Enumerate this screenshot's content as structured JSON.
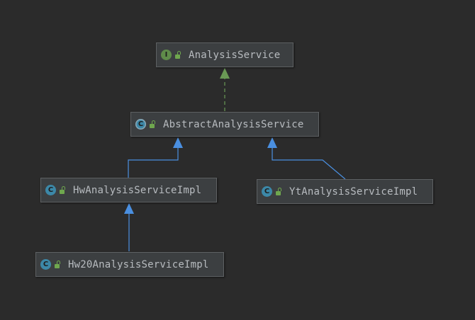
{
  "diagram": {
    "nodes": [
      {
        "id": "analysis-service",
        "label": "AnalysisService",
        "kind": "interface",
        "kind_letter": "I"
      },
      {
        "id": "abstract-analysis-service",
        "label": "AbstractAnalysisService",
        "kind": "abstract",
        "kind_letter": "C"
      },
      {
        "id": "hw-analysis-service-impl",
        "label": "HwAnalysisServiceImpl",
        "kind": "class",
        "kind_letter": "C"
      },
      {
        "id": "yt-analysis-service-impl",
        "label": "YtAnalysisServiceImpl",
        "kind": "class",
        "kind_letter": "C"
      },
      {
        "id": "hw20-analysis-service-impl",
        "label": "Hw20AnalysisServiceImpl",
        "kind": "class",
        "kind_letter": "C"
      }
    ],
    "edges": [
      {
        "from": "abstract-analysis-service",
        "to": "analysis-service",
        "relation": "implements"
      },
      {
        "from": "hw-analysis-service-impl",
        "to": "abstract-analysis-service",
        "relation": "extends"
      },
      {
        "from": "yt-analysis-service-impl",
        "to": "abstract-analysis-service",
        "relation": "extends"
      },
      {
        "from": "hw20-analysis-service-impl",
        "to": "hw-analysis-service-impl",
        "relation": "extends"
      }
    ],
    "colors": {
      "background": "#2b2b2b",
      "node_fill": "#3c3f41",
      "node_border": "#5e6163",
      "text": "#b8bcc0",
      "implements_edge": "#6a9955",
      "extends_edge": "#4a8fe0",
      "interface_icon": "#5f8c4a",
      "class_icon": "#3c88a8",
      "access_icon": "#6fa74e"
    }
  }
}
